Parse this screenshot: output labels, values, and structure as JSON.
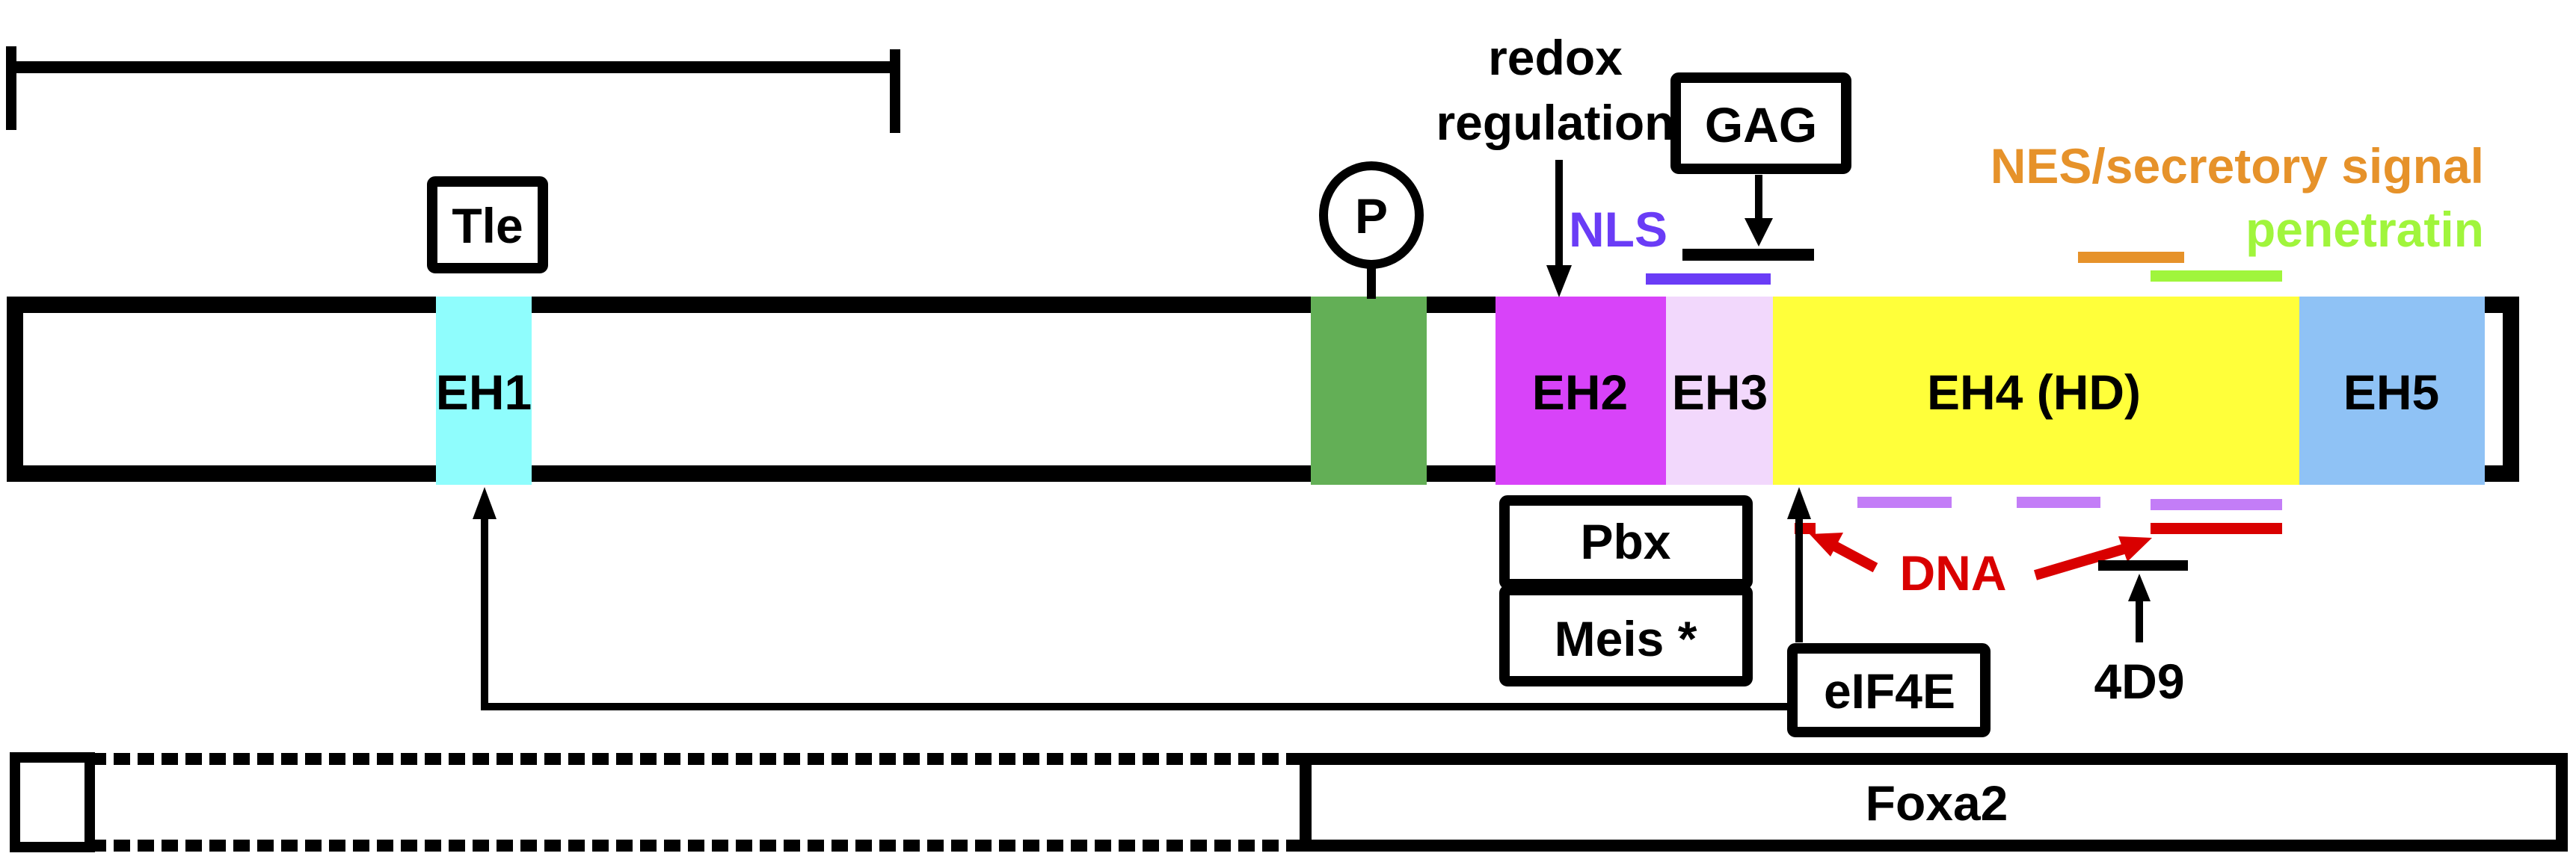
{
  "figure": {
    "scale_bar": {
      "label": ""
    },
    "protein": {
      "domains": [
        {
          "id": "EH1",
          "label": "EH1",
          "color": "#8FFDFD"
        },
        {
          "id": "P-site",
          "label": "",
          "color": "#63AF56"
        },
        {
          "id": "EH2",
          "label": "EH2",
          "color": "#D843F9"
        },
        {
          "id": "EH3",
          "label": "EH3",
          "color": "#F2D8FC"
        },
        {
          "id": "EH4",
          "label": "EH4 (HD)",
          "color": "#FFFF3A"
        },
        {
          "id": "EH5",
          "label": "EH5",
          "color": "#8FC2F5"
        }
      ],
      "phospho_label": "P"
    },
    "annotations": {
      "tle": "Tle",
      "redox_line1": "redox",
      "redox_line2": "regulation",
      "gag": "GAG",
      "nls": "NLS",
      "nes": "NES/secretory signal",
      "penetratin": "penetratin",
      "pbx": "Pbx",
      "meis": "Meis *",
      "eif4e": "eIF4E",
      "dna": "DNA",
      "antibody": "4D9"
    },
    "partner_bar": {
      "label": "Foxa2"
    },
    "colors": {
      "nls": "#6A3CF6",
      "nes": "#E6922A",
      "penetratin": "#A0F53C",
      "dna": "#D90000",
      "helix_marks": "#C37DF7",
      "outline": "#000000"
    }
  }
}
